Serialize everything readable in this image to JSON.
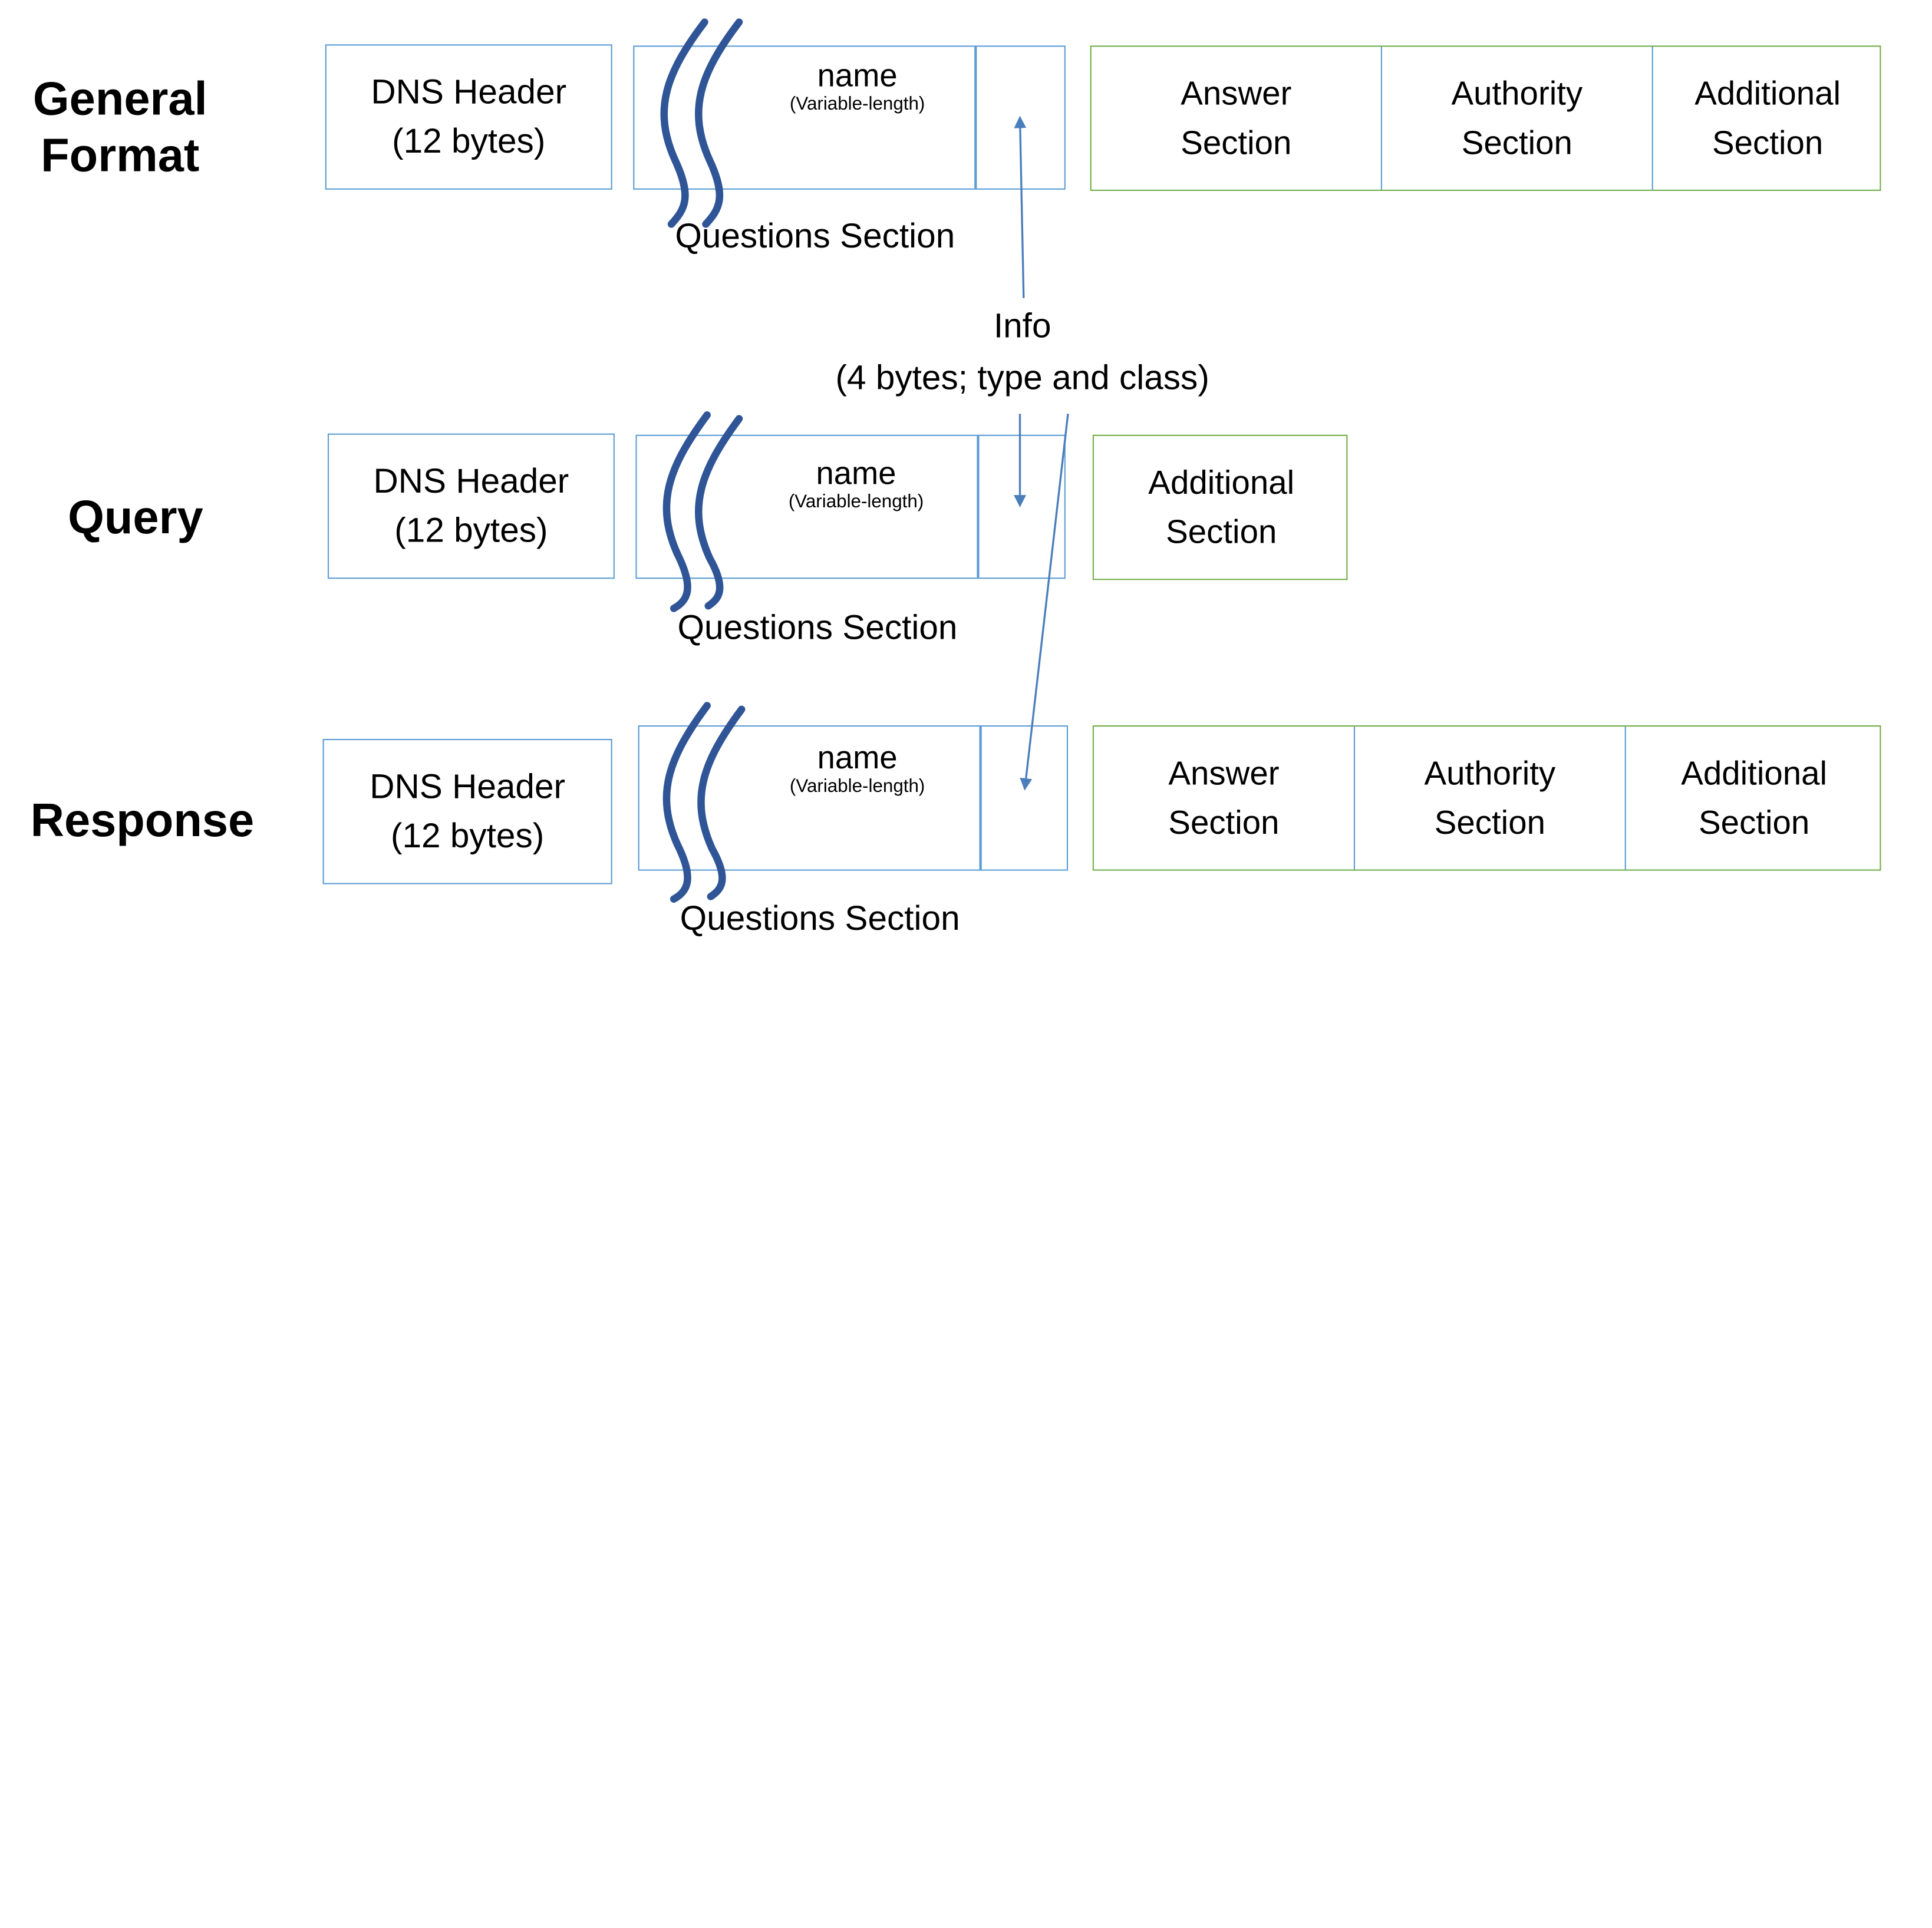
{
  "rows": {
    "general": {
      "label": "General\nFormat",
      "header": "DNS Header\n(12 bytes)",
      "name": "name",
      "name_sub": "(Variable-length)",
      "questions": "Questions Section",
      "sections": [
        "Answer\nSection",
        "Authority\nSection",
        "Additional\nSection"
      ]
    },
    "query": {
      "label": "Query",
      "header": "DNS Header\n(12 bytes)",
      "name": "name",
      "name_sub": "(Variable-length)",
      "questions": "Questions Section",
      "sections": [
        "Additional\nSection"
      ]
    },
    "response": {
      "label": "Response",
      "header": "DNS Header\n(12 bytes)",
      "name": "name",
      "name_sub": "(Variable-length)",
      "questions": "Questions Section",
      "sections": [
        "Answer\nSection",
        "Authority\nSection",
        "Additional\nSection"
      ]
    }
  },
  "info_label": {
    "line1": "Info",
    "line2": "(4 bytes; type and class)"
  },
  "colors": {
    "header_border": "#5b9bd5",
    "section_border": "#70ad47",
    "squiggle": "#2f5597",
    "arrow": "#4a7ebb"
  }
}
